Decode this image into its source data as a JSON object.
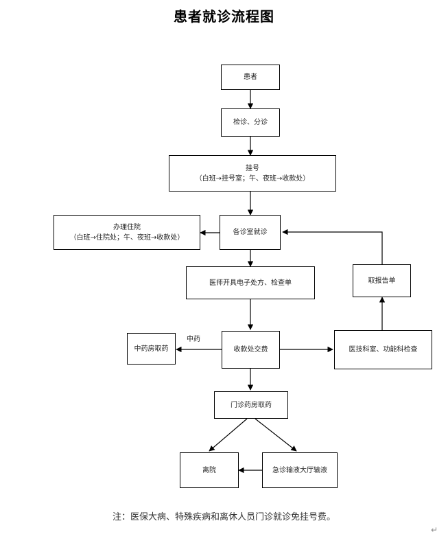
{
  "document": {
    "title": "患者就诊流程图",
    "footnote": "注：医保大病、特殊疾病和离休人员门诊就诊免挂号费。",
    "paragraph_mark": "↵"
  },
  "flowchart": {
    "nodes": [
      {
        "id": "patient",
        "label": "患者",
        "sublabel": ""
      },
      {
        "id": "triage",
        "label": "检诊、分诊",
        "sublabel": ""
      },
      {
        "id": "registration",
        "label": "挂号",
        "sublabel": "（白班→挂号室；午、夜班→收款处）"
      },
      {
        "id": "admission",
        "label": "办理住院",
        "sublabel": "（白班→住院处；午、夜班→收款处）"
      },
      {
        "id": "consult",
        "label": "各诊室就诊",
        "sublabel": ""
      },
      {
        "id": "prescription",
        "label": "医师开具电子处方、检查单",
        "sublabel": ""
      },
      {
        "id": "report",
        "label": "取报告单",
        "sublabel": ""
      },
      {
        "id": "tcm-pharmacy",
        "label": "中药房取药",
        "sublabel": ""
      },
      {
        "id": "payment",
        "label": "收款处交费",
        "sublabel": ""
      },
      {
        "id": "exam",
        "label": "医技科室、功能科检查",
        "sublabel": ""
      },
      {
        "id": "pharmacy",
        "label": "门诊药房取药",
        "sublabel": ""
      },
      {
        "id": "discharge",
        "label": "离院",
        "sublabel": ""
      },
      {
        "id": "infusion",
        "label": "急诊输液大厅输液",
        "sublabel": ""
      }
    ],
    "edge_labels": [
      {
        "id": "tcm",
        "text": "中药"
      }
    ]
  }
}
